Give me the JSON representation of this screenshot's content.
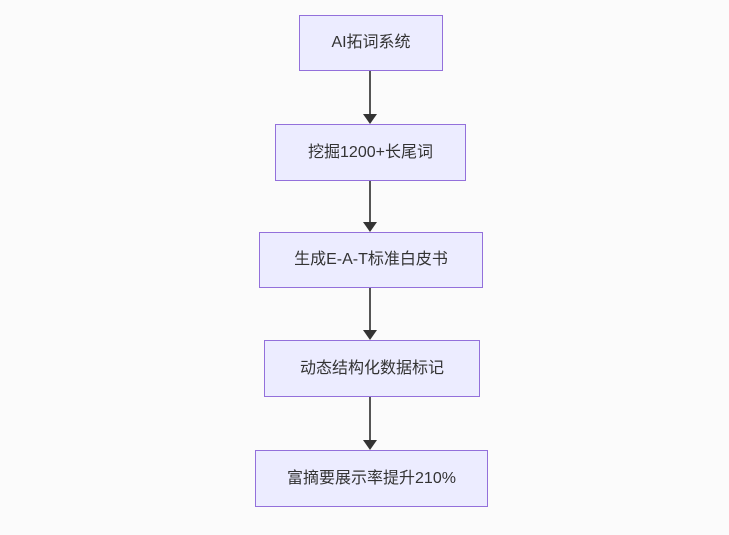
{
  "diagram": {
    "type": "flowchart",
    "direction": "top-down",
    "nodes": [
      {
        "id": "A",
        "label": "AI拓词系统"
      },
      {
        "id": "B",
        "label": "挖掘1200+长尾词"
      },
      {
        "id": "C",
        "label": "生成E-A-T标准白皮书"
      },
      {
        "id": "D",
        "label": "动态结构化数据标记"
      },
      {
        "id": "E",
        "label": "富摘要展示率提升210%"
      }
    ],
    "edges": [
      {
        "from": "A",
        "to": "B",
        "style": "arrow-down"
      },
      {
        "from": "B",
        "to": "C",
        "style": "arrow-down"
      },
      {
        "from": "C",
        "to": "D",
        "style": "arrow-down"
      },
      {
        "from": "D",
        "to": "E",
        "style": "arrow-down"
      }
    ],
    "colors": {
      "background": "#fbfbfb",
      "node_fill": "#ececff",
      "node_border": "#9370db",
      "text": "#333333",
      "edge_line": "#555555",
      "arrowhead": "#333333"
    }
  }
}
